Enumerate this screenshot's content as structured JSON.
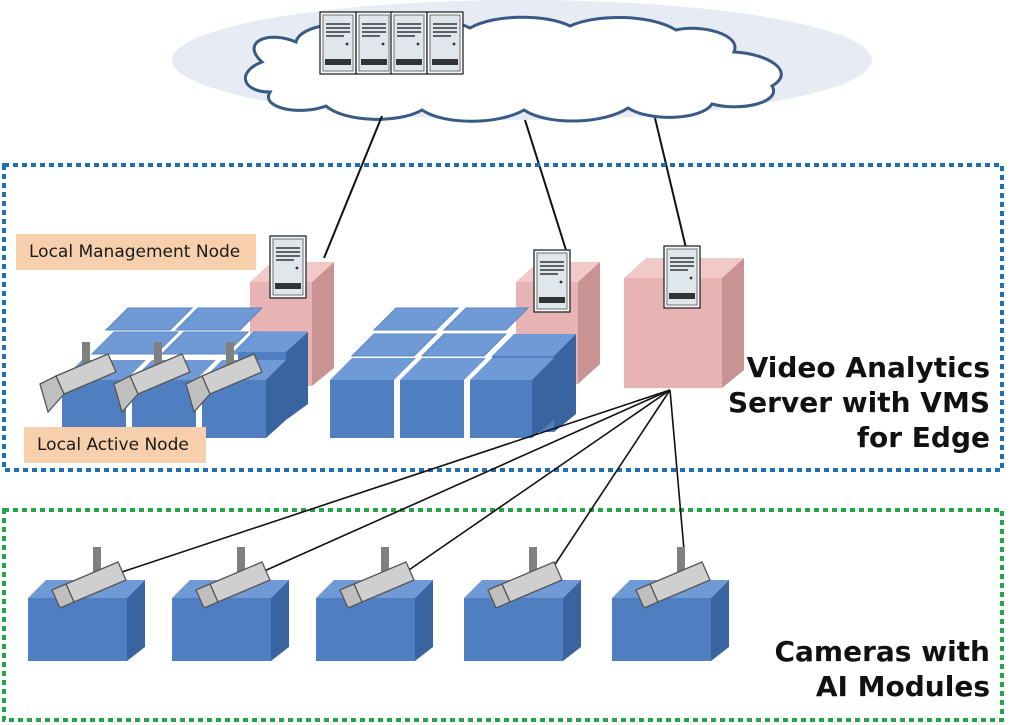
{
  "labels": {
    "local_management_node": "Local Management Node",
    "local_active_node": "Local Active Node"
  },
  "edge_title": [
    "Video Analytics",
    "Server with VMS",
    "for Edge"
  ],
  "camera_title": [
    "Cameras with",
    "AI Modules"
  ],
  "colors": {
    "cloud_fill": "#e6ebf4",
    "cloud_outline": "#3a5a86",
    "edge_border": "#1f6fb3",
    "camera_border": "#23a54a",
    "box_front": "#4f7fc1",
    "box_top": "#6f9ad6",
    "box_side": "#3a64a0",
    "pink_front": "#e8b3b3",
    "pink_top": "#f2c9c9",
    "pink_side": "#c99393",
    "label_bg": "#f8cfad"
  }
}
